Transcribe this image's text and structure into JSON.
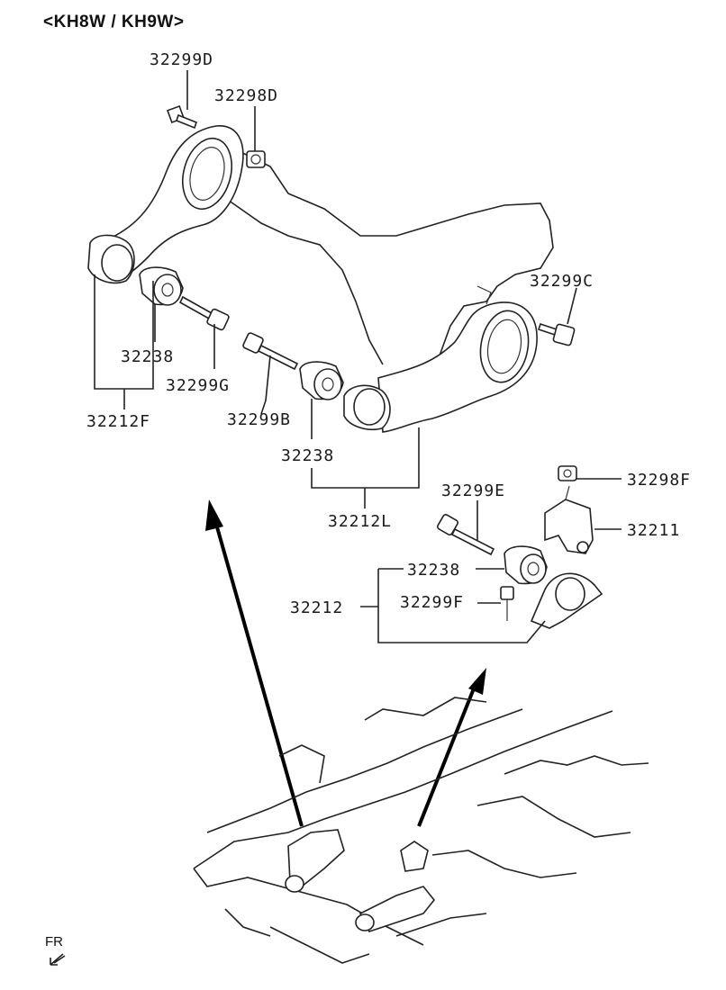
{
  "header": {
    "title": "<KH8W / KH9W>"
  },
  "orientation": {
    "label": "FR"
  },
  "parts": {
    "p32299D": "32299D",
    "p32298D": "32298D",
    "p32299C": "32299C",
    "p32238_left": "32238",
    "p32299G": "32299G",
    "p32212F": "32212F",
    "p32299B": "32299B",
    "p32238_mid": "32238",
    "p32212L": "32212L",
    "p32298F": "32298F",
    "p32299E": "32299E",
    "p32211": "32211",
    "p32238_right": "32238",
    "p32212": "32212",
    "p32299F": "32299F"
  },
  "colors": {
    "line": "#222222",
    "arrow": "#000000",
    "background": "#ffffff"
  }
}
